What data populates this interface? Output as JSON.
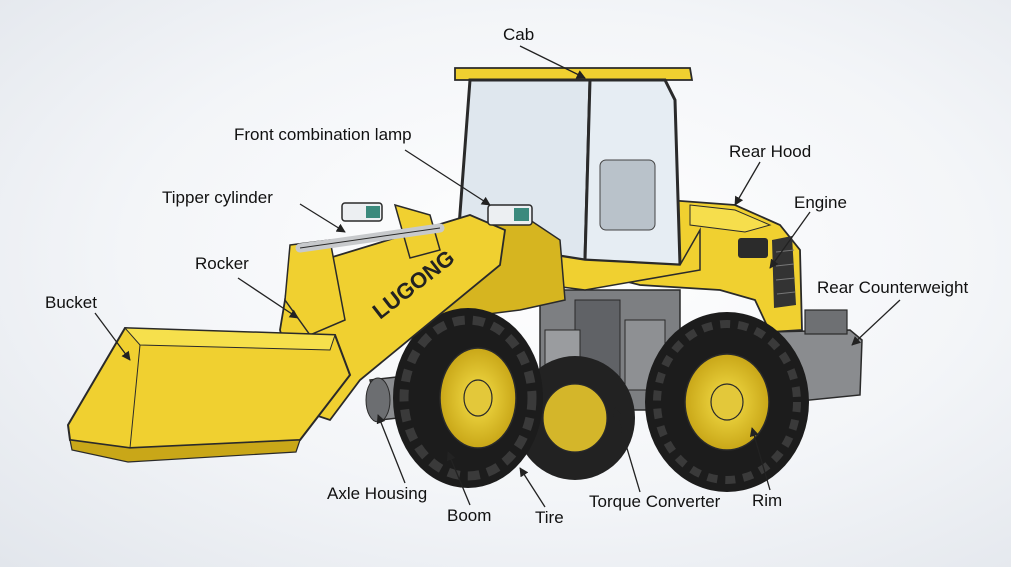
{
  "diagram": {
    "brand_text": "LUGONG",
    "labels": {
      "cab": "Cab",
      "front_lamp": "Front combination lamp",
      "tipper_cylinder": "Tipper cylinder",
      "rocker": "Rocker",
      "bucket": "Bucket",
      "rear_hood": "Rear Hood",
      "engine": "Engine",
      "rear_counterweight": "Rear Counterweight",
      "axle_housing": "Axle Housing",
      "boom": "Boom",
      "tire": "Tire",
      "torque_converter": "Torque Converter",
      "rim": "Rim"
    },
    "colors": {
      "body_yellow": "#f0d030",
      "body_shade": "#d6b520",
      "outline": "#2a2a2a",
      "tire": "#1c1c1c",
      "machinery_gray": "#7d7f82",
      "glass": "#dfe7ee"
    }
  }
}
